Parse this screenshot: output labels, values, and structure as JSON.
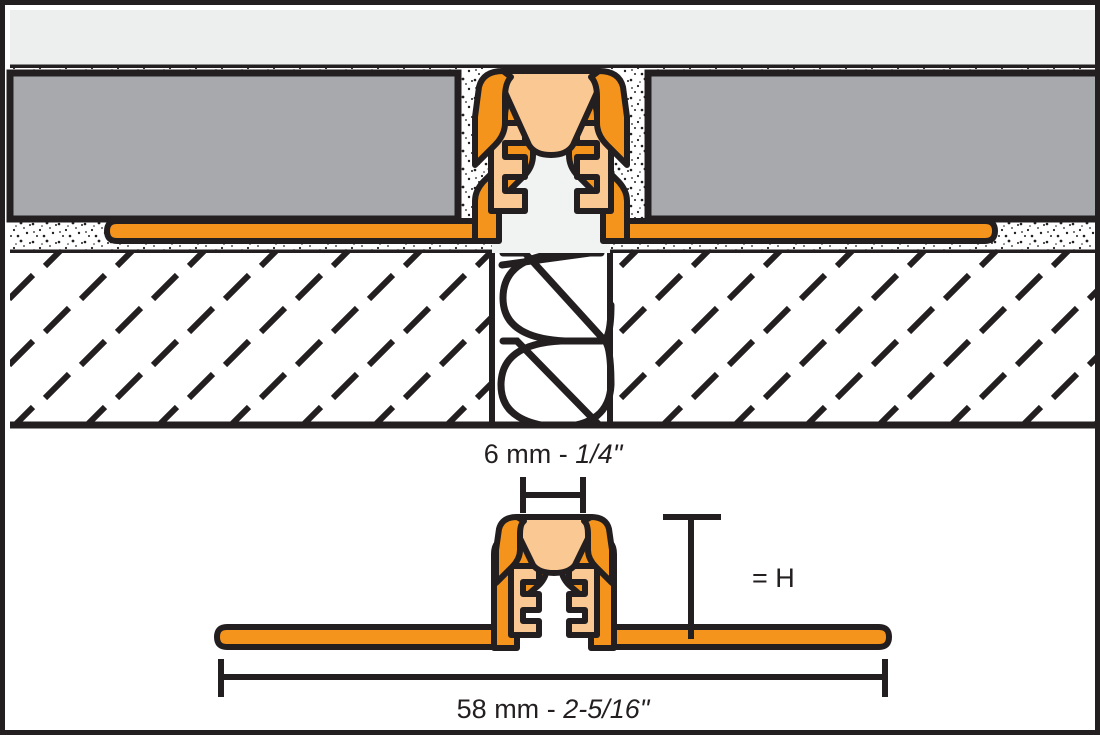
{
  "diagram": {
    "title": "Movement joint profile cross-section and profile detail",
    "type": "technical-cross-section",
    "colors": {
      "outline": "#231f20",
      "profile_orange": "#F5941D",
      "profile_light": "#FAC893",
      "tile_gray": "#A7A9AC",
      "screed_white": "#FFFFFF",
      "top_band": "#EDEFEE",
      "background": "#FFFFFF"
    },
    "layers": [
      {
        "name": "top-air-band",
        "label": ""
      },
      {
        "name": "tile-layer",
        "label": ""
      },
      {
        "name": "mortar-bed-layer",
        "label": ""
      },
      {
        "name": "concrete-substrate-layer",
        "label": ""
      }
    ],
    "components": [
      {
        "name": "movement-profile-top",
        "label": ""
      },
      {
        "name": "joint-backer-rod",
        "label": ""
      },
      {
        "name": "movement-profile-detail",
        "label": ""
      }
    ]
  },
  "dimensions": {
    "joint_width": {
      "name": "joint-width-dimension",
      "metric": "6 mm",
      "separator": " - ",
      "imperial": "1/4\"",
      "full": "6 mm - 1/4\""
    },
    "profile_width": {
      "name": "profile-width-dimension",
      "metric": "58 mm",
      "separator": " - ",
      "imperial": "2-5/16\"",
      "full": "58 mm - 2-5/16\""
    },
    "height": {
      "name": "height-dimension",
      "label": "= H"
    }
  }
}
